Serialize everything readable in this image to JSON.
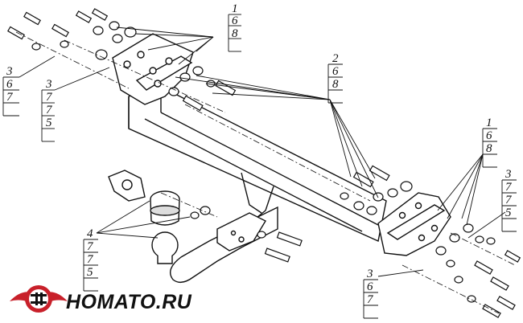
{
  "callouts": {
    "top_left_a": [
      "3",
      "6",
      "7"
    ],
    "top_left_b": [
      "3",
      "7",
      "7",
      "5"
    ],
    "top_center": [
      "1",
      "6",
      "8"
    ],
    "mid_right": [
      "2",
      "6",
      "8"
    ],
    "right_a": [
      "1",
      "6",
      "8"
    ],
    "right_b": [
      "3",
      "7",
      "7",
      "5"
    ],
    "bottom_left": [
      "4",
      "7",
      "7",
      "5"
    ],
    "bottom_right": [
      "3",
      "6",
      "7"
    ]
  },
  "logo": {
    "text": "HOMATO.RU"
  },
  "colors": {
    "line": "#111111",
    "accent": "#c8202a"
  }
}
